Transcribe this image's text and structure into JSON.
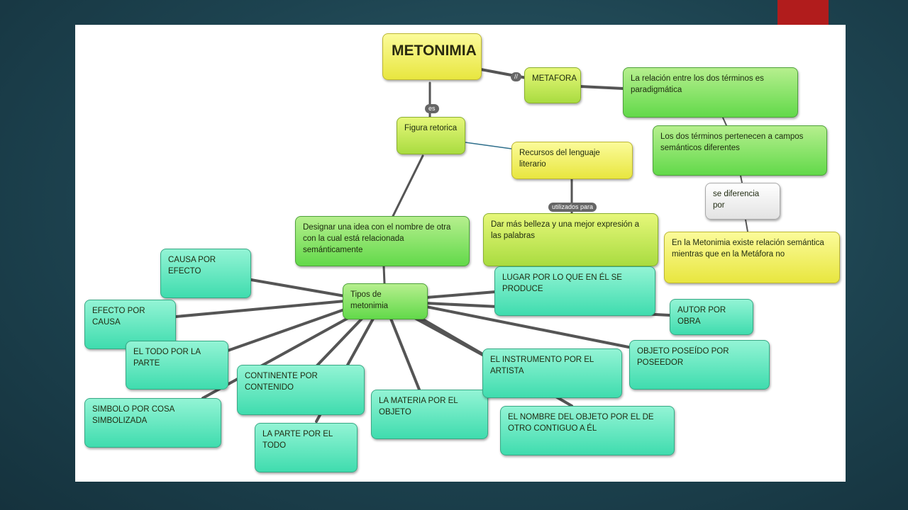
{
  "colors": {
    "background": "#1d4350",
    "accent": "#b11c1c",
    "green": "#62d94a",
    "yellow": "#e8e63f",
    "teal": "#3fdcae",
    "link": "#555555"
  },
  "nodes": {
    "metonimia": "METONIMIA",
    "metafora": "METAFORA",
    "relacion_paradigmatica": "La relación entre los dos términos es paradigmática",
    "campos_semanticos": "Los dos términos pertenecen a campos semánticos diferentes",
    "se_diferencia": "se diferencia por",
    "relacion_semantica": "En la Metonimia existe relación semántica mientras que en la Metáfora no",
    "figura_retorica": "Figura retorica",
    "recursos": "Recursos del lenguaje literario",
    "dar_belleza": "Dar más belleza y una mejor expresión a las palabras",
    "designar": "Designar una  idea con el nombre de otra con la cual está relacionada semánticamente",
    "tipos": "Tipos de metonimia"
  },
  "link_labels": {
    "metafora_link": "//",
    "es": "es",
    "utilizados_para": "utilizados para"
  },
  "tipos": [
    "CAUSA POR EFECTO",
    "EFECTO POR CAUSA",
    "EL TODO POR LA PARTE",
    "SIMBOLO POR COSA SIMBOLIZADA",
    "CONTINENTE POR CONTENIDO",
    "LA PARTE POR EL TODO",
    "LA MATERIA POR EL OBJETO",
    "EL INSTRUMENTO POR EL ARTISTA",
    "EL NOMBRE DEL OBJETO POR EL DE OTRO CONTIGUO A ÉL",
    "OBJETO POSEÍDO POR POSEEDOR",
    "AUTOR POR OBRA",
    "LUGAR POR LO QUE EN ÉL SE PRODUCE"
  ]
}
